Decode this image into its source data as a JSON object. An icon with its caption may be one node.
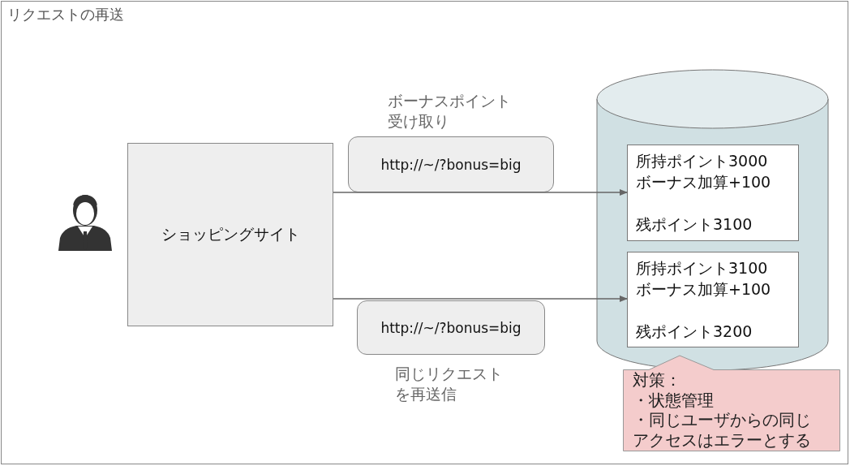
{
  "diagram": {
    "title": "リクエストの再送",
    "nodes": [
      {
        "text": [
          "ショッピングサイト"
        ]
      },
      {
        "text": [
          "http://~/?bonus=big"
        ],
        "beside": [
          "ボーナスポイント受け取り"
        ]
      },
      {
        "text": [
          "http://~/?bonus=big"
        ],
        "beside": [
          "同じリクエストを再送信"
        ]
      },
      {
        "text": [],
        "shape": "cylinder"
      },
      {
        "text": [
          "所持ポイント3000 ボーナス加算+100",
          "残ポイント3100"
        ],
        "in": 3
      },
      {
        "text": [
          "所持ポイント3100 ボーナス加算+100",
          "残ポイント3200"
        ],
        "in": 3
      },
      {
        "text": [
          "対策：",
          "・状態管理",
          "・同じユーザからの同じアクセスはエラーとする"
        ]
      }
    ],
    "edges": [
      {
        "from": 0,
        "to": 4,
        "arrow": "to"
      },
      {
        "from": 0,
        "to": 5,
        "arrow": "to"
      }
    ]
  }
}
